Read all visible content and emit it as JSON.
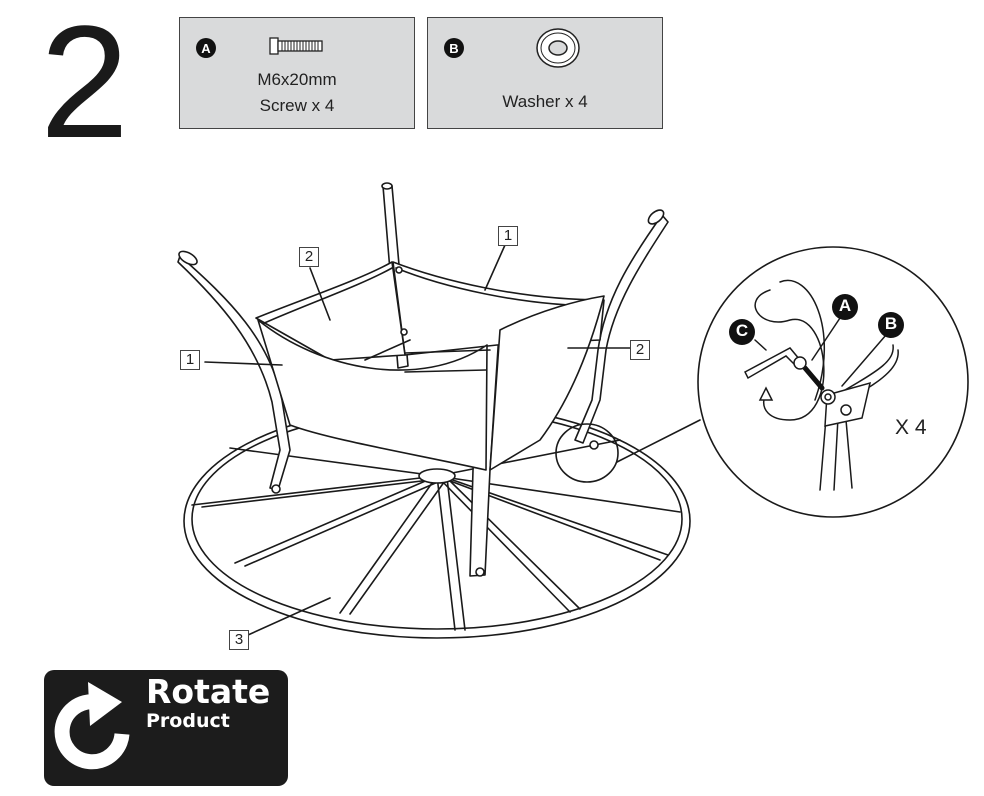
{
  "step": {
    "number": "2"
  },
  "parts": {
    "a": {
      "letter": "A",
      "spec": "M6x20mm",
      "label": "Screw x 4",
      "icon": "screw-icon"
    },
    "b": {
      "letter": "B",
      "label": "Washer x 4",
      "icon": "washer-icon"
    }
  },
  "callouts": {
    "rim_right": "1",
    "brace_left": "2",
    "rim_left": "1",
    "brace_right": "2",
    "base_ring": "3"
  },
  "detail": {
    "letter_a": "A",
    "letter_b": "B",
    "letter_c": "C",
    "quantity": "X 4",
    "tool_icon": "hex-key-icon",
    "rotate_icon": "rotate-arrow-icon"
  },
  "badge": {
    "title": "Rotate",
    "subtitle": "Product",
    "icon": "rotate-clockwise-icon"
  },
  "colors": {
    "panel": "#d9dadb",
    "ink": "#1a1a1a",
    "badge": "#1c1c1c"
  }
}
